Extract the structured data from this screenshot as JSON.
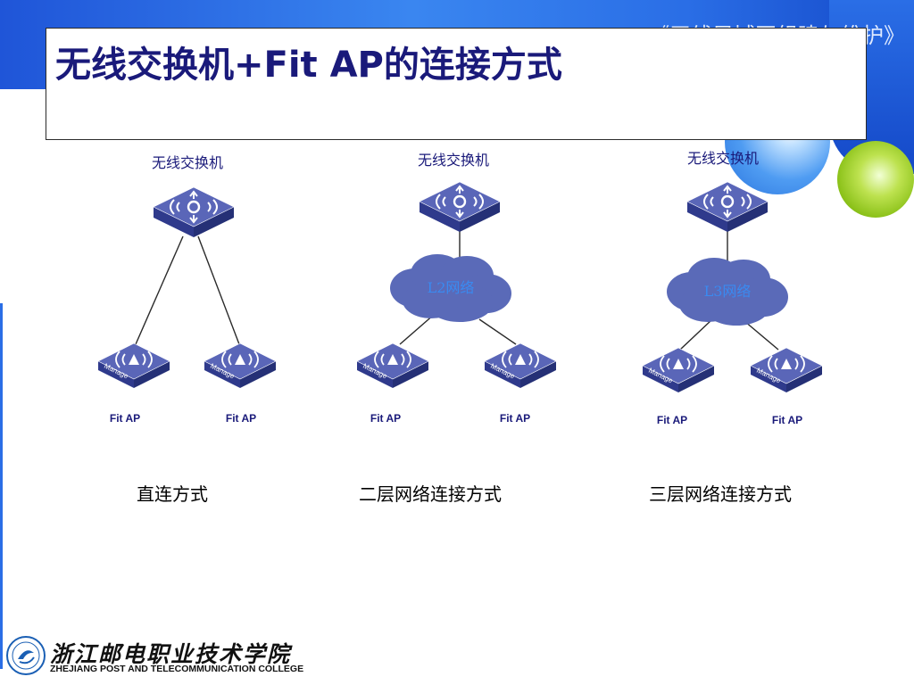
{
  "header": {
    "course_title": "《无线局域网组建与维护》",
    "page_title": "无线交换机+Fit AP的连接方式"
  },
  "diagrams": [
    {
      "switch_label": "无线交换机",
      "network_label": "",
      "ap_labels": [
        "Fit AP",
        "Fit AP"
      ],
      "caption": "直连方式"
    },
    {
      "switch_label": "无线交换机",
      "network_label": "L2网络",
      "ap_labels": [
        "Fit AP",
        "Fit AP"
      ],
      "caption": "二层网络连接方式"
    },
    {
      "switch_label": "无线交换机",
      "network_label": "L3网络",
      "ap_labels": [
        "Fit AP",
        "Fit AP"
      ],
      "caption": "三层网络连接方式"
    }
  ],
  "device_text": {
    "ap_face_label": "Manage"
  },
  "footer": {
    "college_name_cn": "浙江邮电职业技术学院",
    "college_name_en": "ZHEJIANG POST AND TELECOMMUNICATION COLLEGE"
  },
  "colors": {
    "device_top": "#5a66b8",
    "device_side": "#2f3a8c",
    "cloud": "#5a6ab8",
    "label_dark": "#1a1a7a",
    "network_label": "#3a8af0"
  }
}
